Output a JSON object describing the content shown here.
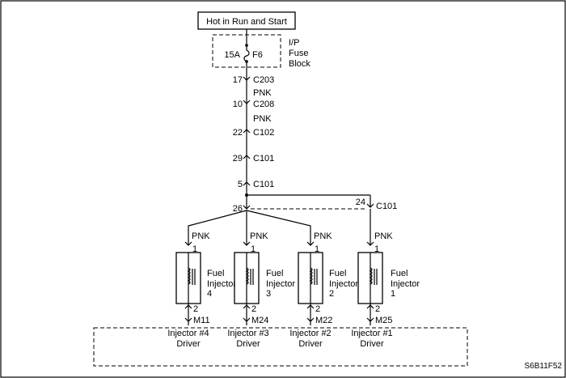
{
  "power_source": {
    "label": "Hot in Run and Start"
  },
  "fuse_block": {
    "rating": "15A",
    "fuse_id": "F6",
    "name_line1": "I/P",
    "name_line2": "Fuse",
    "name_line3": "Block"
  },
  "trunk_connectors": [
    {
      "pin": "17",
      "connector": "C203"
    },
    {
      "pin": "10",
      "connector": "C208"
    },
    {
      "pin": "22",
      "connector": "C102"
    },
    {
      "pin": "29",
      "connector": "C101"
    },
    {
      "pin": "5",
      "connector": "C101"
    }
  ],
  "trunk_wire_colors": [
    "PNK",
    "PNK"
  ],
  "splice": {
    "pin_left": "26",
    "pin_right": "24",
    "connector": "C101"
  },
  "injectors": [
    {
      "wire": "PNK",
      "pin_top": "1",
      "name1": "Fuel",
      "name2": "Injector",
      "number": "4",
      "pin_bottom": "2",
      "conn": "M11",
      "driver1": "Injector #4",
      "driver2": "Driver"
    },
    {
      "wire": "PNK",
      "pin_top": "1",
      "name1": "Fuel",
      "name2": "Injector",
      "number": "3",
      "pin_bottom": "2",
      "conn": "M24",
      "driver1": "Injector #3",
      "driver2": "Driver"
    },
    {
      "wire": "PNK",
      "pin_top": "1",
      "name1": "Fuel",
      "name2": "Injector",
      "number": "2",
      "pin_bottom": "2",
      "conn": "M22",
      "driver1": "Injector #2",
      "driver2": "Driver"
    },
    {
      "wire": "PNK",
      "pin_top": "1",
      "name1": "Fuel",
      "name2": "Injector",
      "number": "1",
      "pin_bottom": "2",
      "conn": "M25",
      "driver1": "Injector #1",
      "driver2": "Driver"
    }
  ],
  "figure_id": "S6B11F52"
}
